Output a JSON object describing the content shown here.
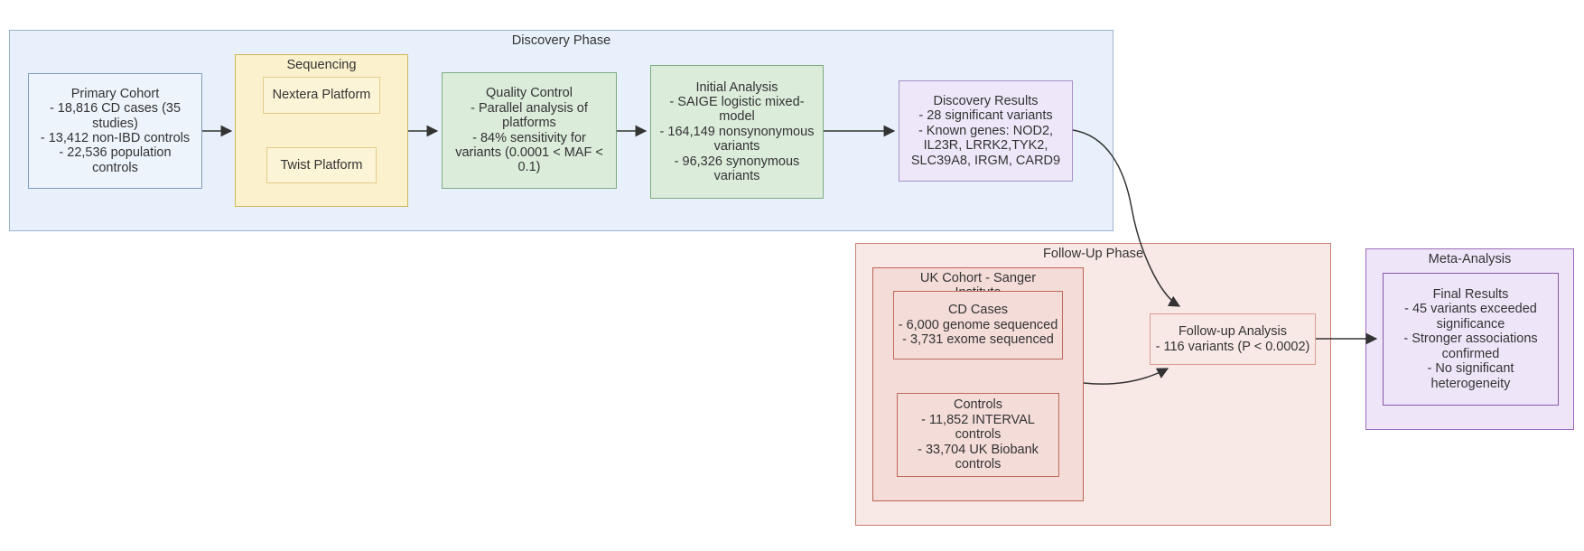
{
  "colors": {
    "blue_container_fill": "#e8f1fb",
    "blue_container_border": "#9ab4d0",
    "blue_node_border": "#7e9cc0",
    "yellow_fill": "#fbf1cd",
    "yellow_border": "#ccb65b",
    "green_fill": "#dbecda",
    "green_border": "#7dab82",
    "lavender_fill": "#eee7f9",
    "lavender_border": "#a88fc8",
    "pink_container_fill": "#f9e9e6",
    "pink_container_border": "#cb8173",
    "pink_inner_fill": "#f4dcd8",
    "pink_inner_border": "#bb6454",
    "purple_fill": "#efe5f9",
    "purple_border": "#9c6bbb",
    "arrow": "#333333",
    "text": "#333333"
  },
  "discovery_phase": {
    "title": "Discovery Phase",
    "primary_cohort": "Primary Cohort\n- 18,816 CD cases (35\nstudies)\n- 13,412 non-IBD controls\n- 22,536 population\ncontrols",
    "sequencing": {
      "title": "Sequencing",
      "nextera": "Nextera Platform",
      "twist": "Twist Platform"
    },
    "quality_control": "Quality Control\n- Parallel analysis of\nplatforms\n- 84% sensitivity for\nvariants (0.0001 < MAF <\n0.1)",
    "initial_analysis": "Initial Analysis\n- SAIGE logistic mixed-\nmodel\n- 164,149 nonsynonymous\nvariants\n- 96,326 synonymous\nvariants",
    "discovery_results": "Discovery Results\n- 28 significant variants\n- Known genes: NOD2,\nIL23R, LRRK2,TYK2,\nSLC39A8, IRGM, CARD9"
  },
  "followup_phase": {
    "title": "Follow-Up Phase",
    "uk_cohort": {
      "title": "UK Cohort - Sanger\nInstitute",
      "cd_cases": "CD Cases\n- 6,000 genome sequenced\n- 3,731 exome sequenced",
      "controls": "Controls\n- 11,852 INTERVAL controls\n- 33,704 UK Biobank\ncontrols"
    },
    "followup_analysis": "Follow-up Analysis\n- 116 variants (P < 0.0002)"
  },
  "meta_analysis": {
    "title": "Meta-Analysis",
    "final_results": "Final Results\n- 45 variants exceeded\nsignificance\n- Stronger associations\nconfirmed\n- No significant\nheterogeneity"
  }
}
